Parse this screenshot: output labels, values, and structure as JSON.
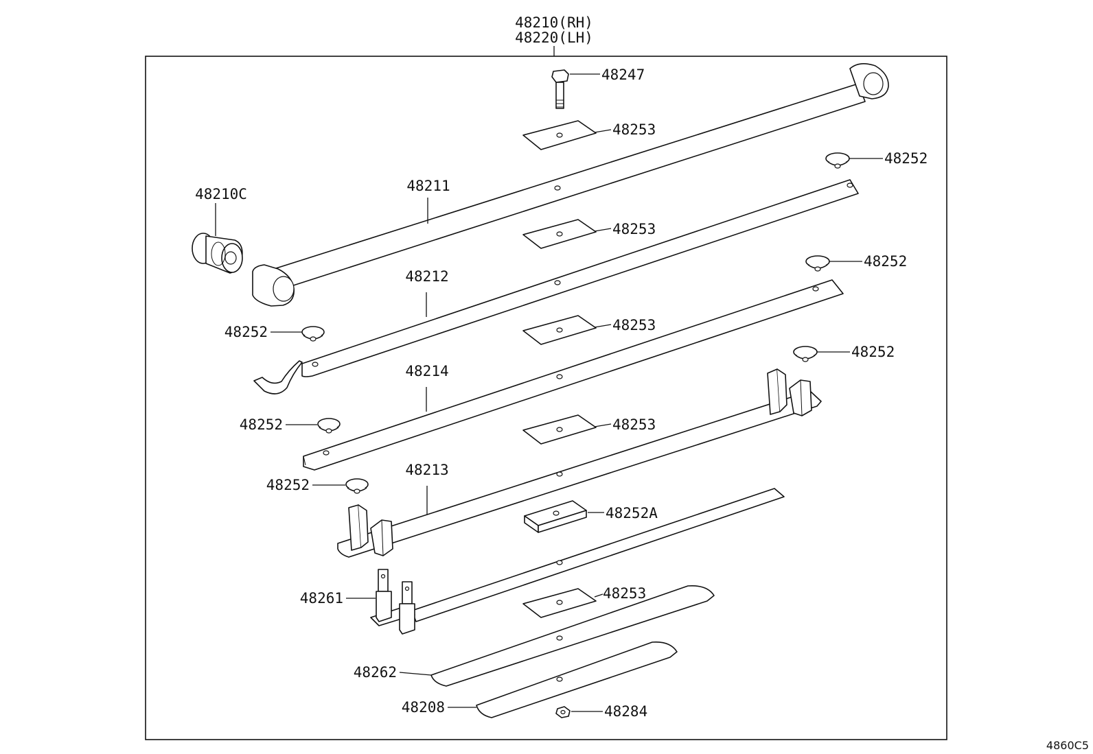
{
  "title": {
    "line1": "48210(RH)",
    "line2": "48220(LH)"
  },
  "code": "4860C5",
  "labels": {
    "bolt": "48247",
    "pad1": "48253",
    "pad2": "48253",
    "pad3": "48253",
    "pad4": "48253",
    "pad5": "48253",
    "bushing": "48210C",
    "leaf_main": "48211",
    "leaf_2": "48212",
    "leaf_3": "48214",
    "leaf_4": "48213",
    "leaf_5": "48261",
    "leaf_6": "48262",
    "leaf_7": "48208",
    "button_r1": "48252",
    "button_r2": "48252",
    "button_r3": "48252",
    "button_l1": "48252",
    "button_l2": "48252",
    "button_l3": "48252",
    "clip_pad": "48252A",
    "nut": "48284"
  }
}
